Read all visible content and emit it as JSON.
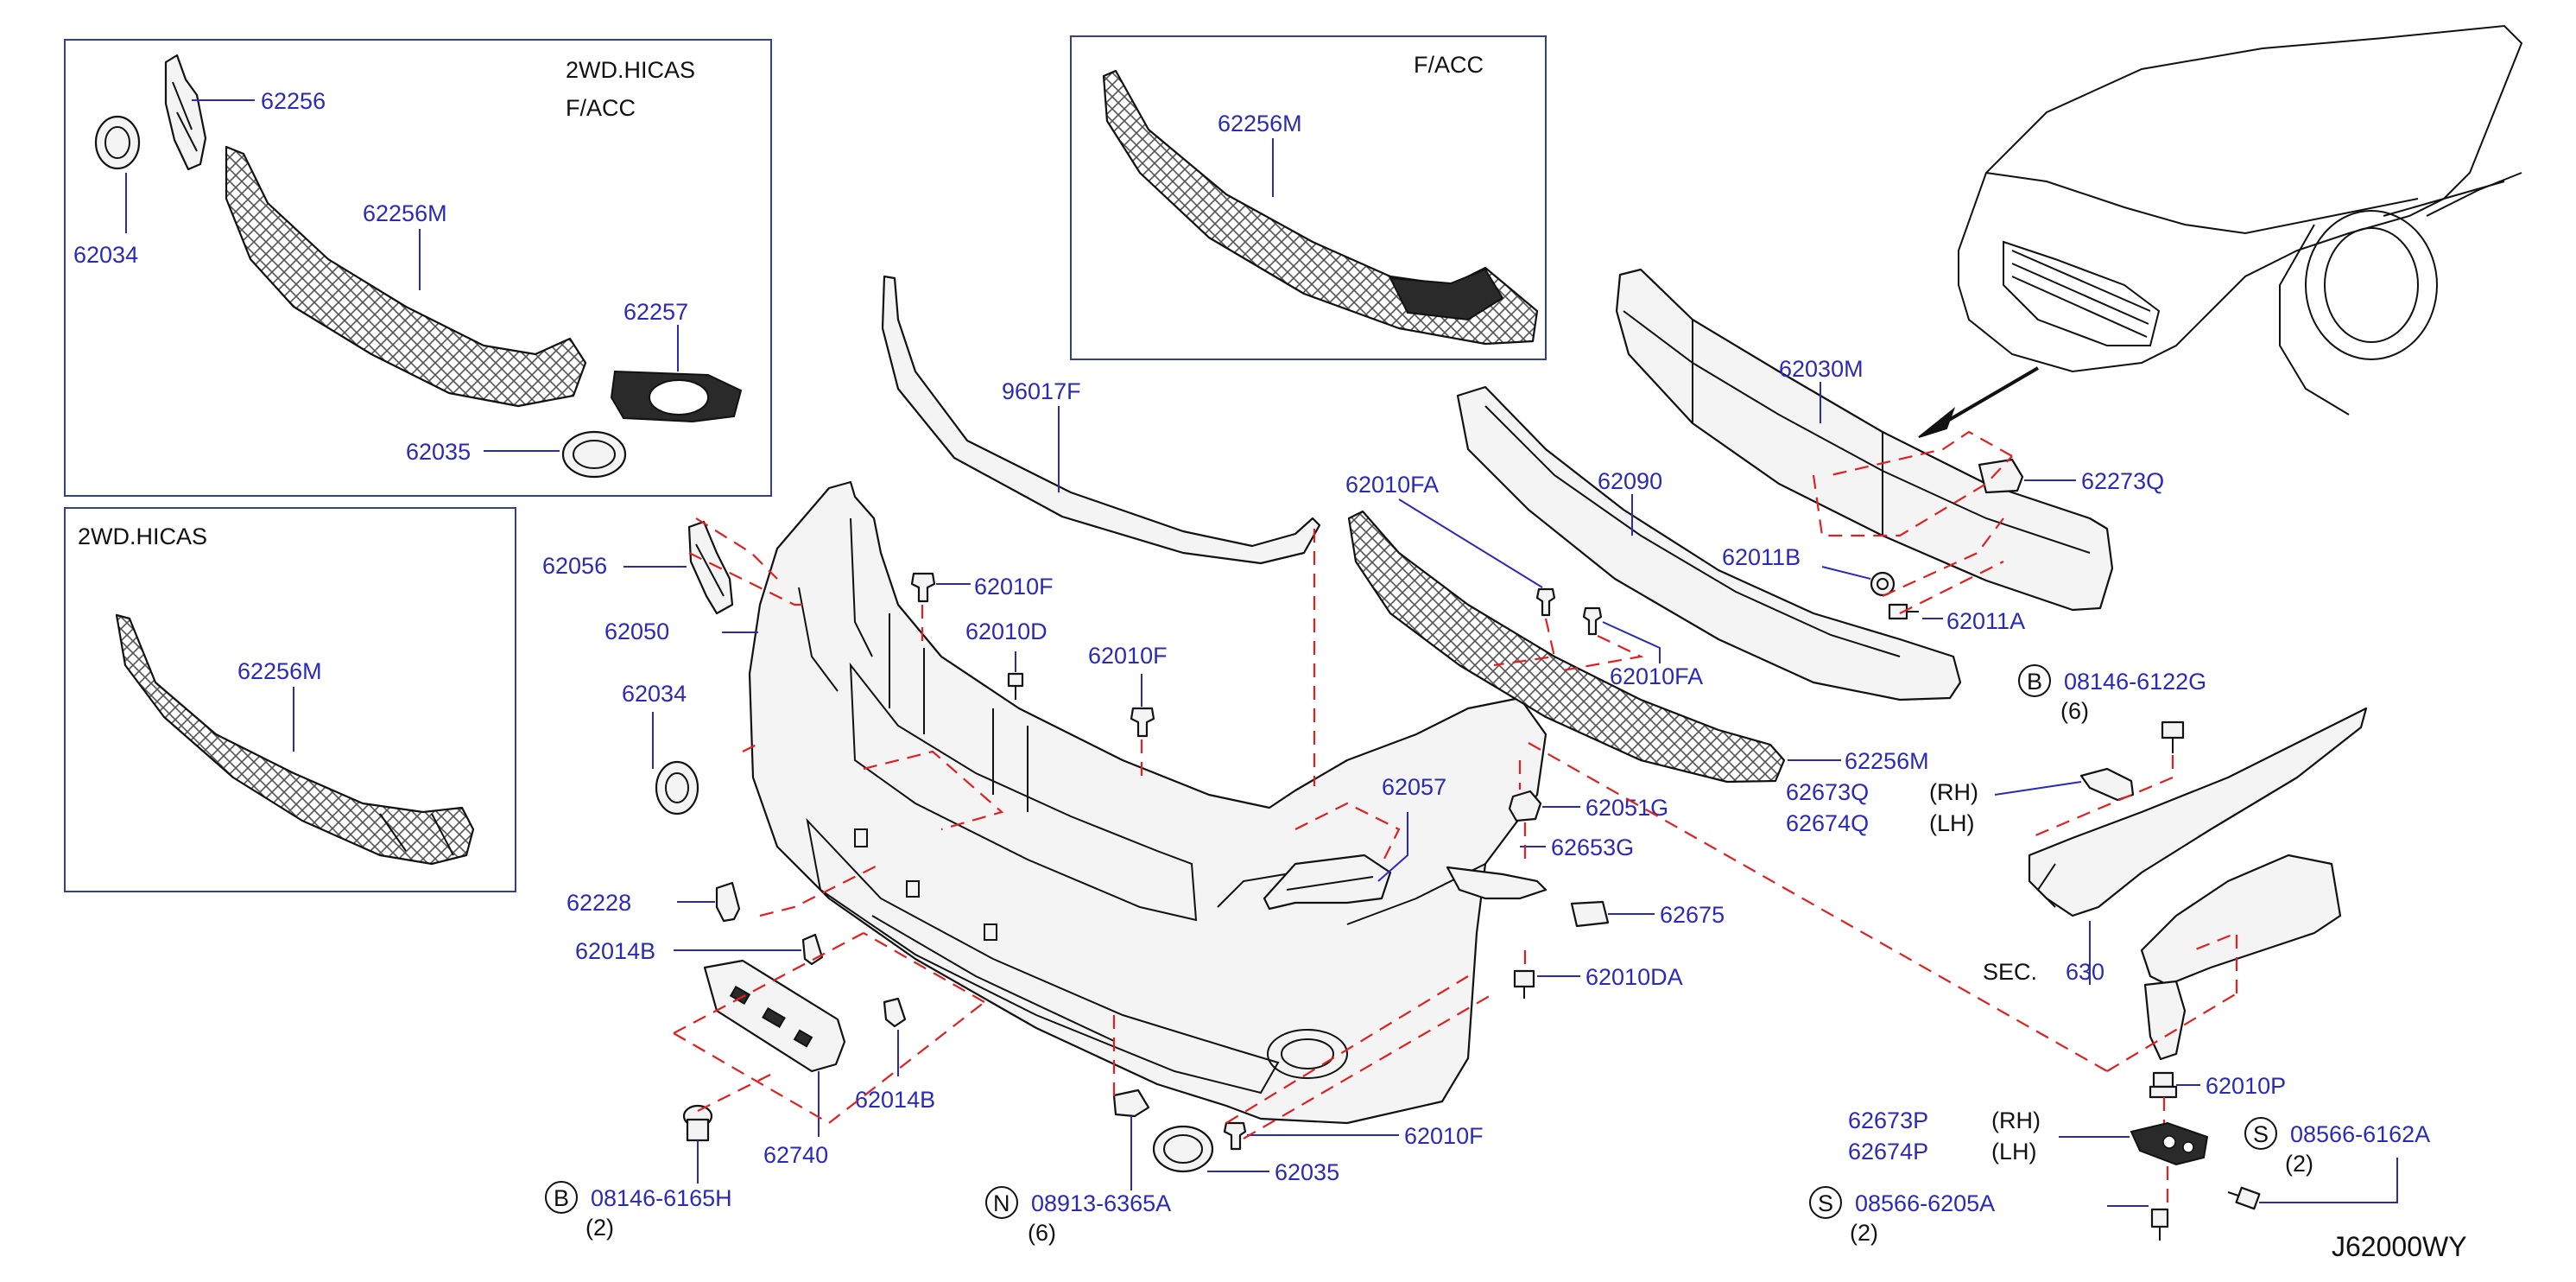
{
  "diagram_code": "J62000WY",
  "insets": {
    "top_left": {
      "title_line1": "2WD.HICAS",
      "title_line2": "F/ACC"
    },
    "lower_left": {
      "title": "2WD.HICAS"
    },
    "top_center": {
      "title": "F/ACC"
    }
  },
  "labels": {
    "p62256": "62256",
    "p62256m_a": "62256M",
    "p62034_a": "62034",
    "p62257": "62257",
    "p62035_a": "62035",
    "p62256m_b": "62256M",
    "p62256m_c": "62256M",
    "p96017f": "96017F",
    "p62056": "62056",
    "p62050": "62050",
    "p62034_b": "62034",
    "p62010f_a": "62010F",
    "p62010d": "62010D",
    "p62010f_b": "62010F",
    "p62228": "62228",
    "p62014b_a": "62014B",
    "p62014b_b": "62014B",
    "p62740": "62740",
    "p08146_6165h": "08146-6165H",
    "q2_a": "(2)",
    "p08913_6365a": "08913-6365A",
    "q6_a": "(6)",
    "p62035_b": "62035",
    "p62010f_c": "62010F",
    "p62057": "62057",
    "p62051g": "62051G",
    "p62653g": "62653G",
    "p62675": "62675",
    "p62010da": "62010DA",
    "p62010fa_a": "62010FA",
    "p62090": "62090",
    "p62010fa_b": "62010FA",
    "p62256m_d": "62256M",
    "p62673q": "62673Q",
    "rh_a": "(RH)",
    "p62674q": "62674Q",
    "lh_a": "(LH)",
    "p62030m": "62030M",
    "p62273q": "62273Q",
    "p62011b": "62011B",
    "p62011a": "62011A",
    "p08146_6122g": "08146-6122G",
    "q6_b": "(6)",
    "sec_prefix": "SEC.",
    "sec_num": "630",
    "p62010p": "62010P",
    "p62673p": "62673P",
    "rh_b": "(RH)",
    "p62674p": "62674P",
    "lh_b": "(LH)",
    "p08566_6162a": "08566-6162A",
    "q2_b": "(2)",
    "p08566_6205a": "08566-6205A",
    "q2_c": "(2)"
  },
  "symbols": {
    "bolt_b": "B",
    "nut_n": "N",
    "screw_s": "S"
  }
}
